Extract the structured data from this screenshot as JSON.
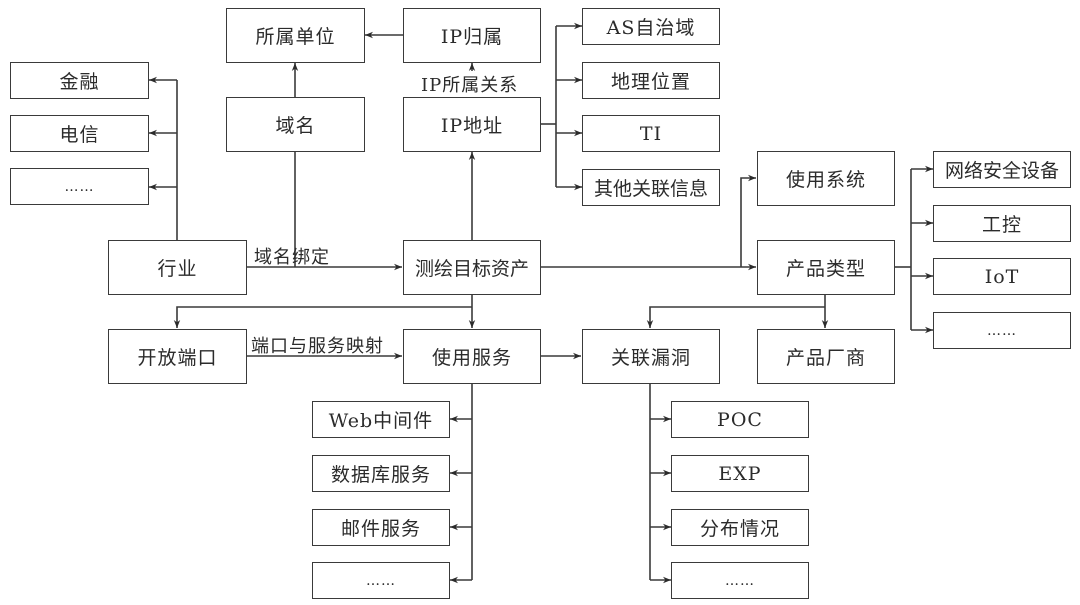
{
  "diagram": {
    "type": "asset-mapping-relationship-diagram",
    "nodes": {
      "finance": "金融",
      "telecom": "电信",
      "industry_more": "……",
      "owner_unit": "所属单位",
      "domain": "域名",
      "ip_owner": "IP归属",
      "ip_address": "IP地址",
      "as_domain": "AS自治域",
      "geo_location": "地理位置",
      "ti": "TI",
      "other_info": "其他关联信息",
      "industry": "行业",
      "target_asset": "测绘目标资产",
      "used_system": "使用系统",
      "product_type": "产品类型",
      "security_device": "网络安全设备",
      "ics": "工控",
      "iot": "IoT",
      "product_type_more": "……",
      "open_port": "开放端口",
      "used_service": "使用服务",
      "related_vuln": "关联漏洞",
      "product_vendor": "产品厂商",
      "web_middleware": "Web中间件",
      "db_service": "数据库服务",
      "mail_service": "邮件服务",
      "service_more": "……",
      "poc": "POC",
      "exp": "EXP",
      "distribution": "分布情况",
      "vuln_more": "……"
    },
    "edge_labels": {
      "ip_relation": "IP所属关系",
      "domain_binding": "域名绑定",
      "port_service_mapping": "端口与服务映射"
    },
    "edges": [
      {
        "from": "industry",
        "to": "finance"
      },
      {
        "from": "industry",
        "to": "telecom"
      },
      {
        "from": "industry",
        "to": "industry_more"
      },
      {
        "from": "domain",
        "to": "owner_unit"
      },
      {
        "from": "ip_owner",
        "to": "owner_unit"
      },
      {
        "from": "ip_address",
        "to": "ip_owner",
        "label": "ip_relation"
      },
      {
        "from": "ip_address",
        "to": "as_domain"
      },
      {
        "from": "ip_address",
        "to": "geo_location"
      },
      {
        "from": "ip_address",
        "to": "ti"
      },
      {
        "from": "ip_address",
        "to": "other_info"
      },
      {
        "from": "target_asset",
        "to": "ip_address"
      },
      {
        "from": "industry",
        "to": "target_asset",
        "label": "domain_binding"
      },
      {
        "from": "domain",
        "to": "target_asset"
      },
      {
        "from": "target_asset",
        "to": "used_system"
      },
      {
        "from": "target_asset",
        "to": "product_type"
      },
      {
        "from": "product_type",
        "to": "security_device"
      },
      {
        "from": "product_type",
        "to": "ics"
      },
      {
        "from": "product_type",
        "to": "iot"
      },
      {
        "from": "product_type",
        "to": "product_type_more"
      },
      {
        "from": "product_type",
        "to": "product_vendor"
      },
      {
        "from": "product_type",
        "to": "related_vuln"
      },
      {
        "from": "target_asset",
        "to": "open_port"
      },
      {
        "from": "target_asset",
        "to": "used_service"
      },
      {
        "from": "open_port",
        "to": "used_service",
        "label": "port_service_mapping"
      },
      {
        "from": "used_service",
        "to": "related_vuln"
      },
      {
        "from": "used_service",
        "to": "web_middleware"
      },
      {
        "from": "used_service",
        "to": "db_service"
      },
      {
        "from": "used_service",
        "to": "mail_service"
      },
      {
        "from": "used_service",
        "to": "service_more"
      },
      {
        "from": "related_vuln",
        "to": "poc"
      },
      {
        "from": "related_vuln",
        "to": "exp"
      },
      {
        "from": "related_vuln",
        "to": "distribution"
      },
      {
        "from": "related_vuln",
        "to": "vuln_more"
      }
    ]
  }
}
